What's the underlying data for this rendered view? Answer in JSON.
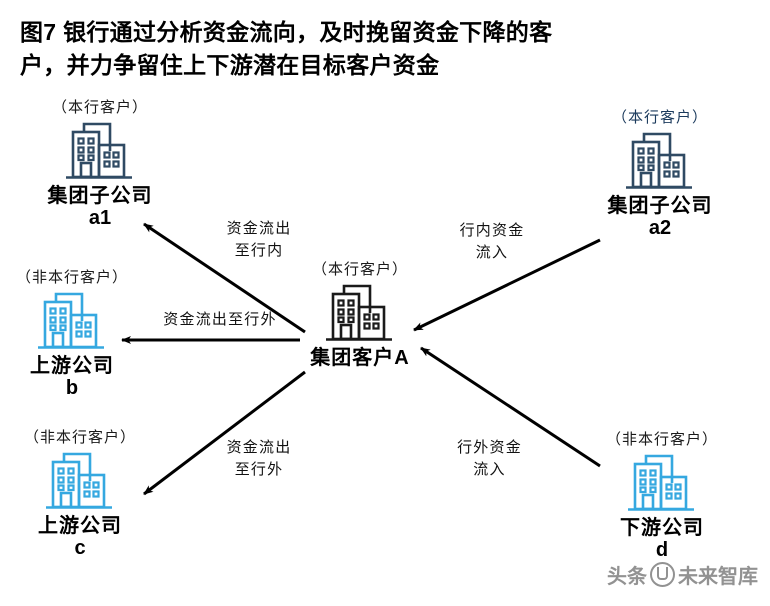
{
  "title": {
    "line1": "图7  银行通过分析资金流向，及时挽留资金下降的客",
    "line2": "户，并力争留住上下游潜在目标客户资金"
  },
  "colors": {
    "bank_customer_icon": "#2f4a63",
    "non_bank_customer_icon": "#35a8e0",
    "center_icon": "#1a1a1a",
    "arrow": "#000000",
    "watermark": "#8d8d8d",
    "tag_navy": "#1b3a5c",
    "tag_black": "#1a1a1a"
  },
  "nodes": [
    {
      "id": "a1",
      "tag": "（本行客户）",
      "name": "集团子公司",
      "sub": "a1",
      "icon": "office-building-icon",
      "icon_color": "#2f4a63",
      "tag_color": "#1a1a1a"
    },
    {
      "id": "a2",
      "tag": "（本行客户）",
      "name": "集团子公司",
      "sub": "a2",
      "icon": "office-building-icon",
      "icon_color": "#2f4a63",
      "tag_color": "#1b3a5c"
    },
    {
      "id": "b",
      "tag": "（非本行客户）",
      "name": "上游公司",
      "sub": "b",
      "icon": "office-building-icon",
      "icon_color": "#35a8e0",
      "tag_color": "#1a1a1a"
    },
    {
      "id": "c",
      "tag": "（非本行客户）",
      "name": "上游公司",
      "sub": "c",
      "icon": "office-building-icon",
      "icon_color": "#35a8e0",
      "tag_color": "#1a1a1a"
    },
    {
      "id": "d",
      "tag": "（非本行客户）",
      "name": "下游公司",
      "sub": "d",
      "icon": "office-building-icon",
      "icon_color": "#35a8e0",
      "tag_color": "#1a1a1a"
    },
    {
      "id": "center",
      "tag": "（本行客户）",
      "name": "集团客户A",
      "sub": "",
      "icon": "office-building-icon",
      "icon_color": "#1a1a1a",
      "tag_color": "#1a1a1a"
    }
  ],
  "edges": [
    {
      "id": "center-to-a1",
      "label_line1": "资金流出",
      "label_line2": "至行内",
      "direction": "center → a1"
    },
    {
      "id": "a2-to-center",
      "label_line1": "行内资金",
      "label_line2": "流入",
      "direction": "a2 → center"
    },
    {
      "id": "center-to-b",
      "label_line1": "资金流出至行外",
      "label_line2": "",
      "direction": "center → b"
    },
    {
      "id": "center-to-c",
      "label_line1": "资金流出",
      "label_line2": "至行外",
      "direction": "center → c"
    },
    {
      "id": "d-to-center",
      "label_line1": "行外资金",
      "label_line2": "流入",
      "direction": "d → center"
    }
  ],
  "watermark": {
    "left_text": "头条",
    "right_text": "未来智库",
    "logo": "circle-at-logo"
  }
}
